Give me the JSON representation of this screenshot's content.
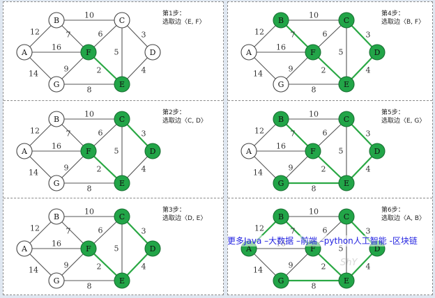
{
  "nodes": [
    {
      "id": "A",
      "label": "A"
    },
    {
      "id": "B",
      "label": "B"
    },
    {
      "id": "C",
      "label": "C"
    },
    {
      "id": "D",
      "label": "D"
    },
    {
      "id": "E",
      "label": "E"
    },
    {
      "id": "F",
      "label": "F"
    },
    {
      "id": "G",
      "label": "G"
    }
  ],
  "edges": [
    {
      "id": "AB",
      "from": "A",
      "to": "B",
      "weight": "12"
    },
    {
      "id": "AF",
      "from": "A",
      "to": "F",
      "weight": "16"
    },
    {
      "id": "AG",
      "from": "A",
      "to": "G",
      "weight": "14"
    },
    {
      "id": "BC",
      "from": "B",
      "to": "C",
      "weight": "10"
    },
    {
      "id": "BF",
      "from": "B",
      "to": "F",
      "weight": "7"
    },
    {
      "id": "CF",
      "from": "C",
      "to": "F",
      "weight": "6"
    },
    {
      "id": "CD",
      "from": "C",
      "to": "D",
      "weight": "3"
    },
    {
      "id": "CE",
      "from": "C",
      "to": "E",
      "weight": "5"
    },
    {
      "id": "DE",
      "from": "D",
      "to": "E",
      "weight": "4"
    },
    {
      "id": "FE",
      "from": "F",
      "to": "E",
      "weight": "2"
    },
    {
      "id": "FG",
      "from": "F",
      "to": "G",
      "weight": "9"
    },
    {
      "id": "GE",
      "from": "G",
      "to": "E",
      "weight": "8"
    }
  ],
  "steps": [
    {
      "title": "第1步：",
      "desc": "选取边〈E, F〉",
      "selected_nodes": [
        "E",
        "F"
      ],
      "selected_edges": [
        "FE"
      ]
    },
    {
      "title": "第2步：",
      "desc": "选取边〈C, D〉",
      "selected_nodes": [
        "C",
        "D",
        "E",
        "F"
      ],
      "selected_edges": [
        "FE",
        "CD"
      ]
    },
    {
      "title": "第3步：",
      "desc": "选取边〈D, E〉",
      "selected_nodes": [
        "C",
        "D",
        "E",
        "F"
      ],
      "selected_edges": [
        "FE",
        "CD",
        "DE"
      ]
    },
    {
      "title": "第4步：",
      "desc": "选取边〈B, F〉",
      "selected_nodes": [
        "B",
        "C",
        "D",
        "E",
        "F"
      ],
      "selected_edges": [
        "FE",
        "CD",
        "DE",
        "BF"
      ]
    },
    {
      "title": "第5步：",
      "desc": "选取边〈E, G〉",
      "selected_nodes": [
        "B",
        "C",
        "D",
        "E",
        "F",
        "G"
      ],
      "selected_edges": [
        "FE",
        "CD",
        "DE",
        "BF",
        "GE"
      ]
    },
    {
      "title": "第6步：",
      "desc": "选取边〈A, B〉",
      "selected_nodes": [
        "A",
        "B",
        "C",
        "D",
        "E",
        "F",
        "G"
      ],
      "selected_edges": [
        "FE",
        "CD",
        "DE",
        "BF",
        "GE",
        "AB"
      ]
    }
  ],
  "overlay_text": "更多Java –大数据 –前端 –python人工智能 -区块链",
  "watermark": "ShY",
  "colors": {
    "selected_fill": "#22a548",
    "selected_edge": "#2aa844",
    "edge": "#555555"
  }
}
